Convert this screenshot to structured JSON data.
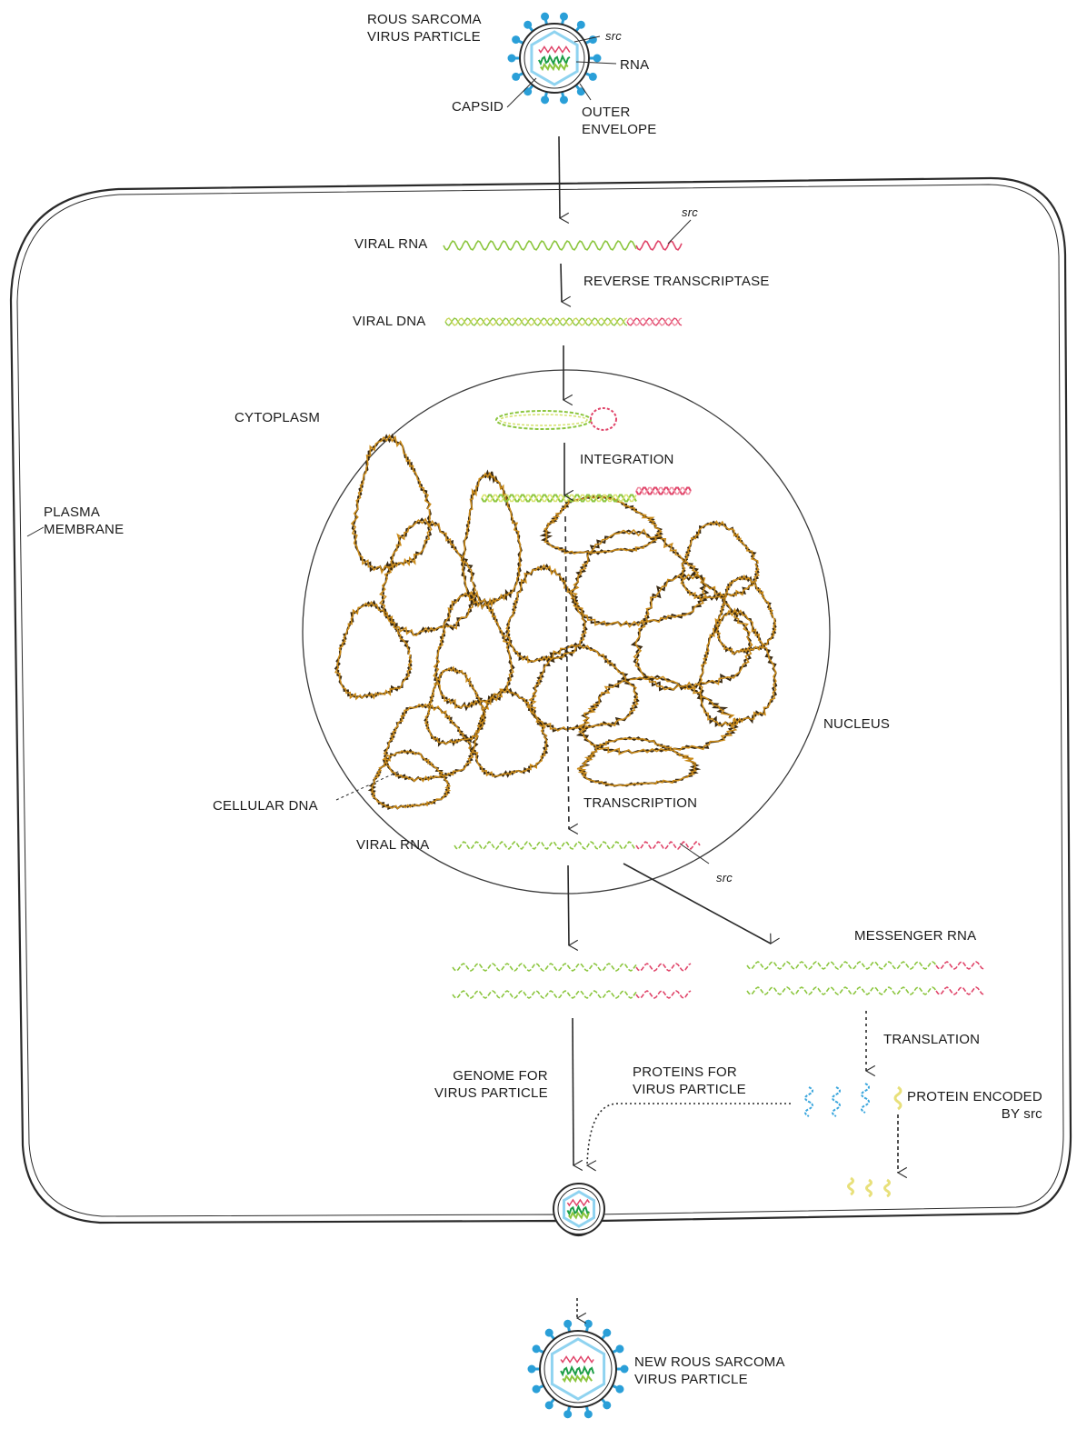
{
  "labels": {
    "rous_particle": [
      "ROUS SARCOMA",
      "VIRUS PARTICLE"
    ],
    "src_top": "src",
    "rna": "RNA",
    "capsid": "CAPSID",
    "outer_envelope": [
      "OUTER",
      "ENVELOPE"
    ],
    "src_viral_rna": "src",
    "viral_rna_top": "VIRAL RNA",
    "reverse_transcriptase": "REVERSE TRANSCRIPTASE",
    "viral_dna": "VIRAL DNA",
    "cytoplasm": "CYTOPLASM",
    "integration": "INTEGRATION",
    "plasma_membrane": [
      "PLASMA",
      "MEMBRANE"
    ],
    "nucleus": "NUCLEUS",
    "cellular_dna": "CELLULAR DNA",
    "transcription": "TRANSCRIPTION",
    "viral_rna_bottom": "VIRAL RNA",
    "src_bottom": "src",
    "messenger_rna": "MESSENGER RNA",
    "translation": "TRANSLATION",
    "genome_for_virus": [
      "GENOME FOR",
      "VIRUS PARTICLE"
    ],
    "proteins_for_virus": [
      "PROTEINS FOR",
      "VIRUS PARTICLE"
    ],
    "protein_encoded": [
      "PROTEIN ENCODED",
      "BY src"
    ],
    "new_rous_particle": [
      "NEW ROUS SARCOMA",
      "VIRUS PARTICLE"
    ]
  },
  "colors": {
    "line": "#2a2a2a",
    "rna_green": "#8cc63f",
    "src_red": "#e0456a",
    "dna_orange": "#c98a1a",
    "dna_dark": "#3a2a12",
    "spike_blue": "#2a9fd8",
    "capsid_blue": "#8fd3f0",
    "protein_blue": "#3aa6dd",
    "protein_yellow": "#e8e07a"
  }
}
